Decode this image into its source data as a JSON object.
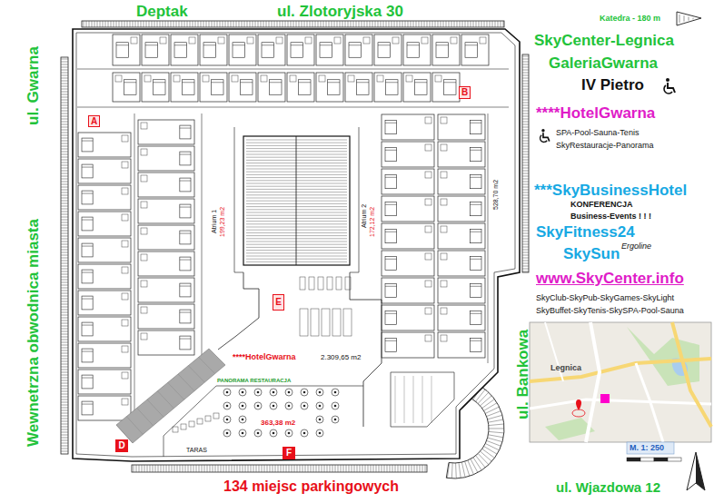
{
  "diagram": {
    "nodes": [
      {
        "text": [
          "A"
        ]
      },
      {
        "text": [
          "B"
        ]
      },
      {
        "text": [
          "E"
        ]
      },
      {
        "text": [
          "D"
        ]
      },
      {
        "text": [
          "F"
        ]
      }
    ],
    "labels": [
      "Deptak",
      "ul. Zlotoryjska 30",
      "Katedra - 180 m",
      "SkyCenter-Legnica",
      "GaleriaGwarna",
      "IV Pietro",
      "ul. Gwarna",
      "****HotelGwarna",
      "SPA-Pool-Sauna-Tenis",
      "SkyRestauracje-Panorama",
      "Atrium 1",
      "199,23 m2",
      "Atrium 2",
      "172,12 m2",
      "528,70 m2",
      "***SkyBusinessHotel",
      "KONFERENCJA",
      "Business-Events ! ! !",
      "SkyFitness24",
      "SkySun",
      "Ergoline",
      "Wewnetrzna obwodnica miasta",
      "www.SkyCenter.info",
      "SkyClub-SkyPub-SkyGames-SkyLight",
      "SkyBuffet-SkyTenis-SkySPA-Pool-Sauna",
      "****HotelGwarna",
      "2.309,65 m2",
      "PANORAMA RESTAURACJA",
      "ul. Bankowa",
      "Legnica",
      "363,38 m2",
      "TARAS",
      "M. 1: 250",
      "134 miejsc parkingowych",
      "ul. Wjazdowa 12"
    ]
  }
}
